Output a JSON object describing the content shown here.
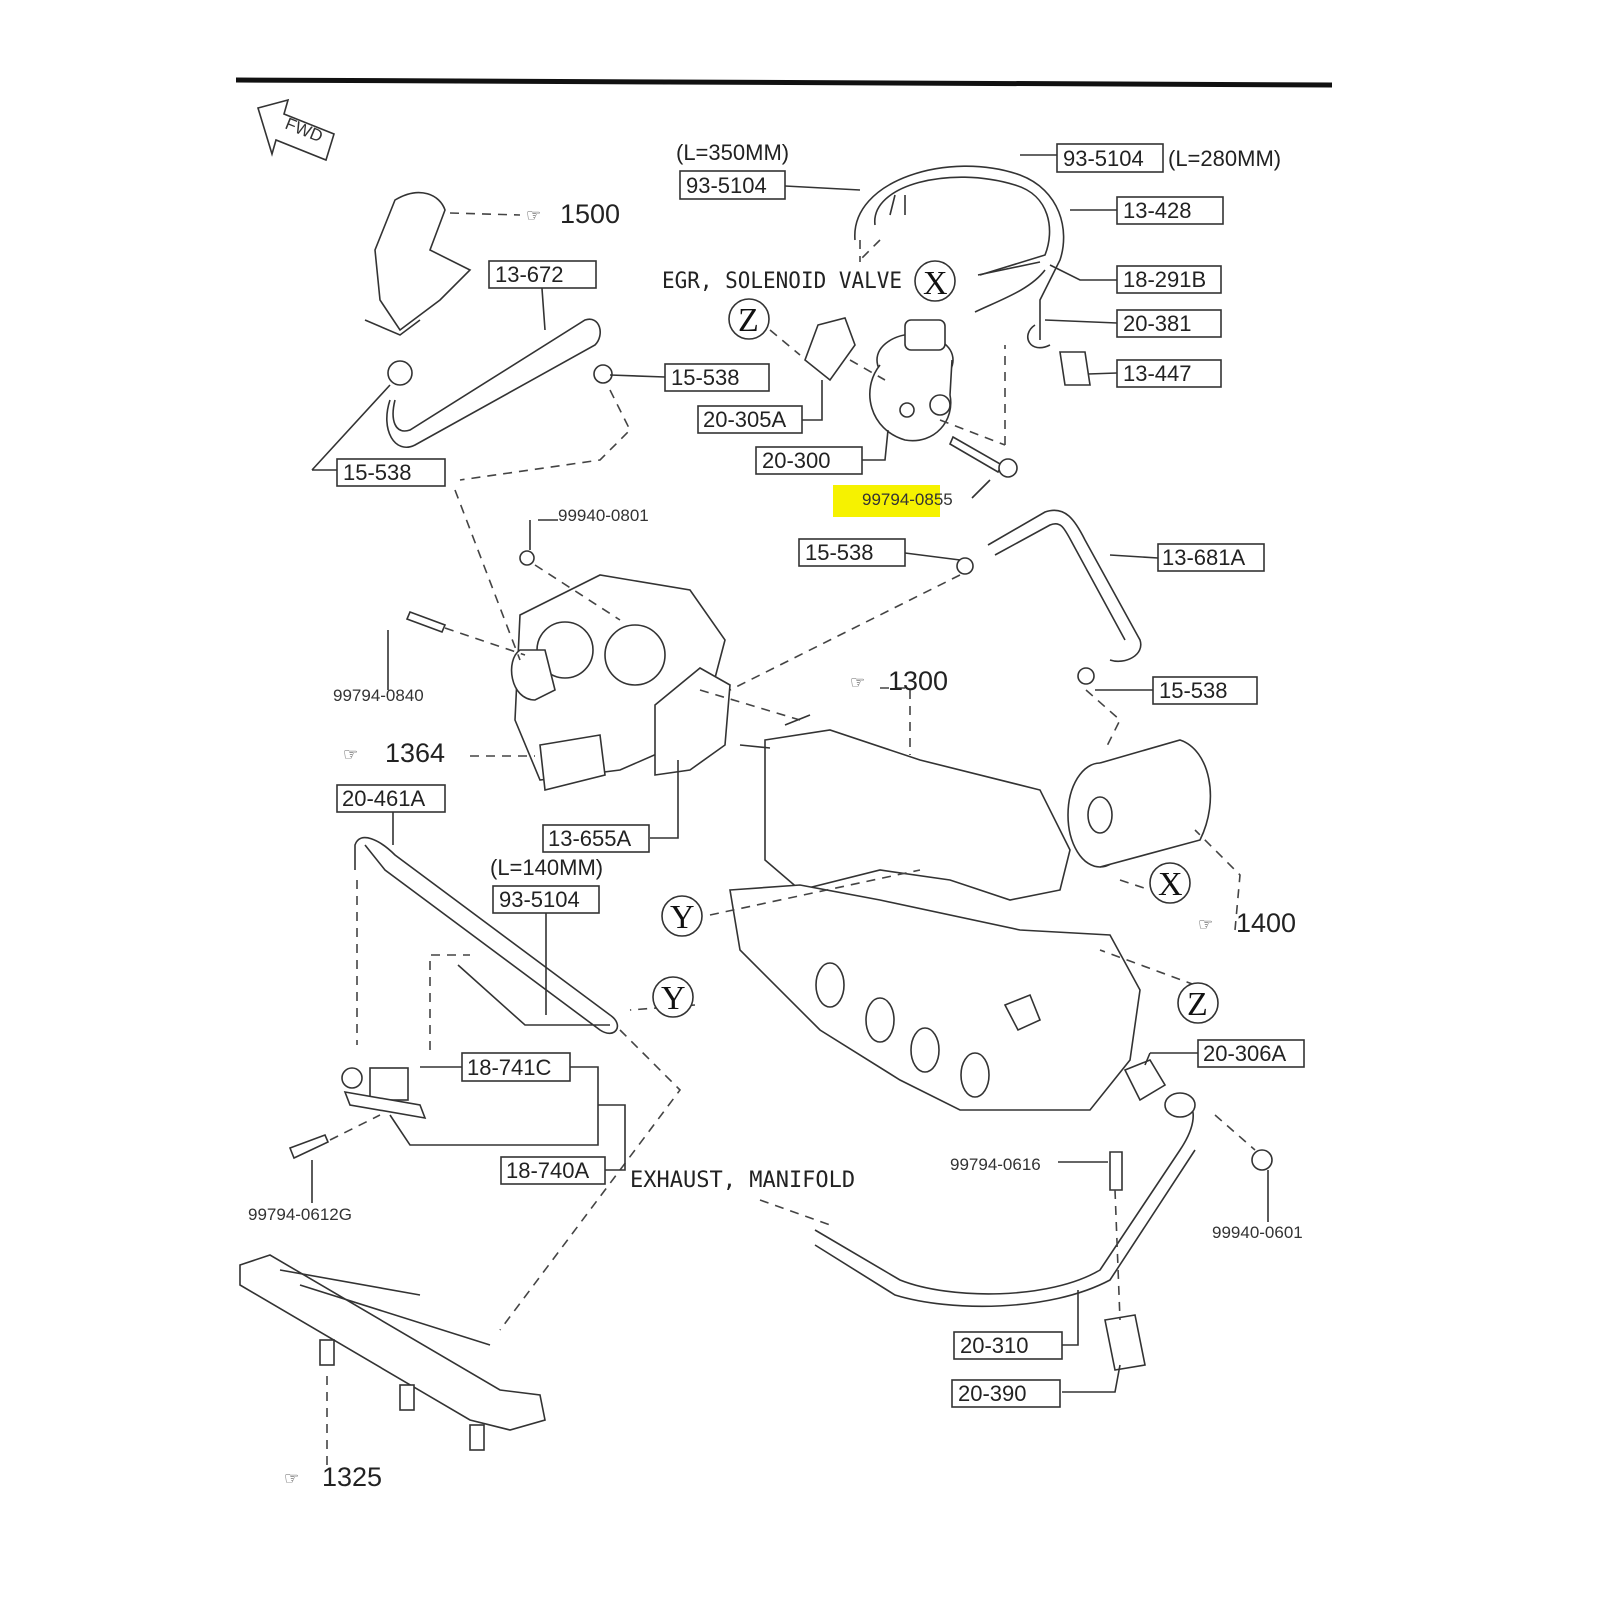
{
  "diagram": {
    "fwd_label": "FWD",
    "highlight_color": "#f6f200",
    "refs": {
      "r1500": "1500",
      "r1300": "1300",
      "r1364": "1364",
      "r1400": "1400",
      "r1325": "1325"
    },
    "text_labels": {
      "egr_valve": "EGR, SOLENOID VALVE",
      "exhaust_manifold": "EXHAUST, MANIFOLD",
      "len_350": "(L=350MM)",
      "len_280": "(L=280MM)",
      "len_140": "(L=140MM)"
    },
    "callouts": {
      "x": "X",
      "y": "Y",
      "z": "Z"
    },
    "parts": {
      "p93_5104_a": "93-5104",
      "p93_5104_b": "93-5104",
      "p93_5104_c": "93-5104",
      "p13_428": "13-428",
      "p18_291b": "18-291B",
      "p20_381": "20-381",
      "p13_447": "13-447",
      "p20_305a": "20-305A",
      "p20_300": "20-300",
      "p99794_0855": "99794-0855",
      "p15_538_a": "15-538",
      "p15_538_b": "15-538",
      "p15_538_c": "15-538",
      "p15_538_d": "15-538",
      "p13_681a": "13-681A",
      "p13_672": "13-672",
      "p99940_0801": "99940-0801",
      "p99794_0840": "99794-0840",
      "p20_461a": "20-461A",
      "p13_655a": "13-655A",
      "p20_306a": "20-306A",
      "p18_741c": "18-741C",
      "p18_740a": "18-740A",
      "p99794_0616": "99794-0616",
      "p99940_0601": "99940-0601",
      "p99794_0612g": "99794-0612G",
      "p20_310": "20-310",
      "p20_390": "20-390"
    }
  }
}
